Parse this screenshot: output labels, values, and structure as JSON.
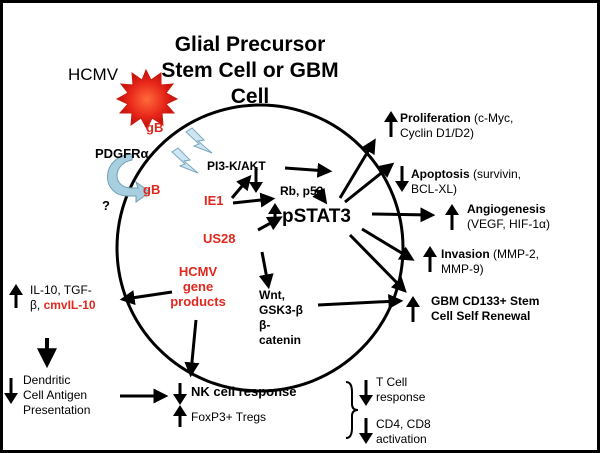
{
  "title_lines": [
    "Glial Precursor",
    "Stem Cell or GBM",
    "Cell"
  ],
  "hcmv": "HCMV",
  "gb_top": "gB",
  "gb_bottom": "gB",
  "pdgfr": "PDGFRα",
  "question": "?",
  "pi3k": "PI3-K/AKT",
  "rb_p53": "Rb, p53",
  "ie1": "IE1",
  "pstat3": "pSTAT3",
  "us28": "US28",
  "hcmv_gene_products": [
    "HCMV",
    "gene",
    "products"
  ],
  "wnt_lines": [
    "Wnt,",
    "GSK3-β",
    "β-",
    "catenin"
  ],
  "proliferation": {
    "head": "Proliferation",
    "detail": " (c-Myc,",
    "line2": "Cyclin D1/D2)"
  },
  "apoptosis": {
    "head": "Apoptosis",
    "detail": " (survivin,",
    "line2": "BCL-XL)"
  },
  "angiogenesis": {
    "head": "Angiogenesis",
    "line2": "(VEGF, HIF-1α)"
  },
  "invasion": {
    "head": "Invasion",
    "detail": " (MMP-2,",
    "line2": "MMP-9)"
  },
  "stem_renewal": [
    "GBM CD133+ Stem",
    "Cell Self Renewal"
  ],
  "il10": {
    "line1": "IL-10, TGF-",
    "line2a": "β, ",
    "line2b": "cmvIL-10"
  },
  "dendritic": [
    "Dendritic",
    "Cell Antigen",
    "Presentation"
  ],
  "nk": "NK cell response",
  "foxp3": "FoxP3+ Tregs",
  "tcell": [
    "T Cell",
    "response"
  ],
  "cd4": [
    "CD4, CD8",
    "activation"
  ],
  "colors": {
    "accent_red": "#e0281e",
    "virion": "#e8261a",
    "lightning": "#cfe6f2",
    "curve_arrow": "#a8cfe0"
  }
}
